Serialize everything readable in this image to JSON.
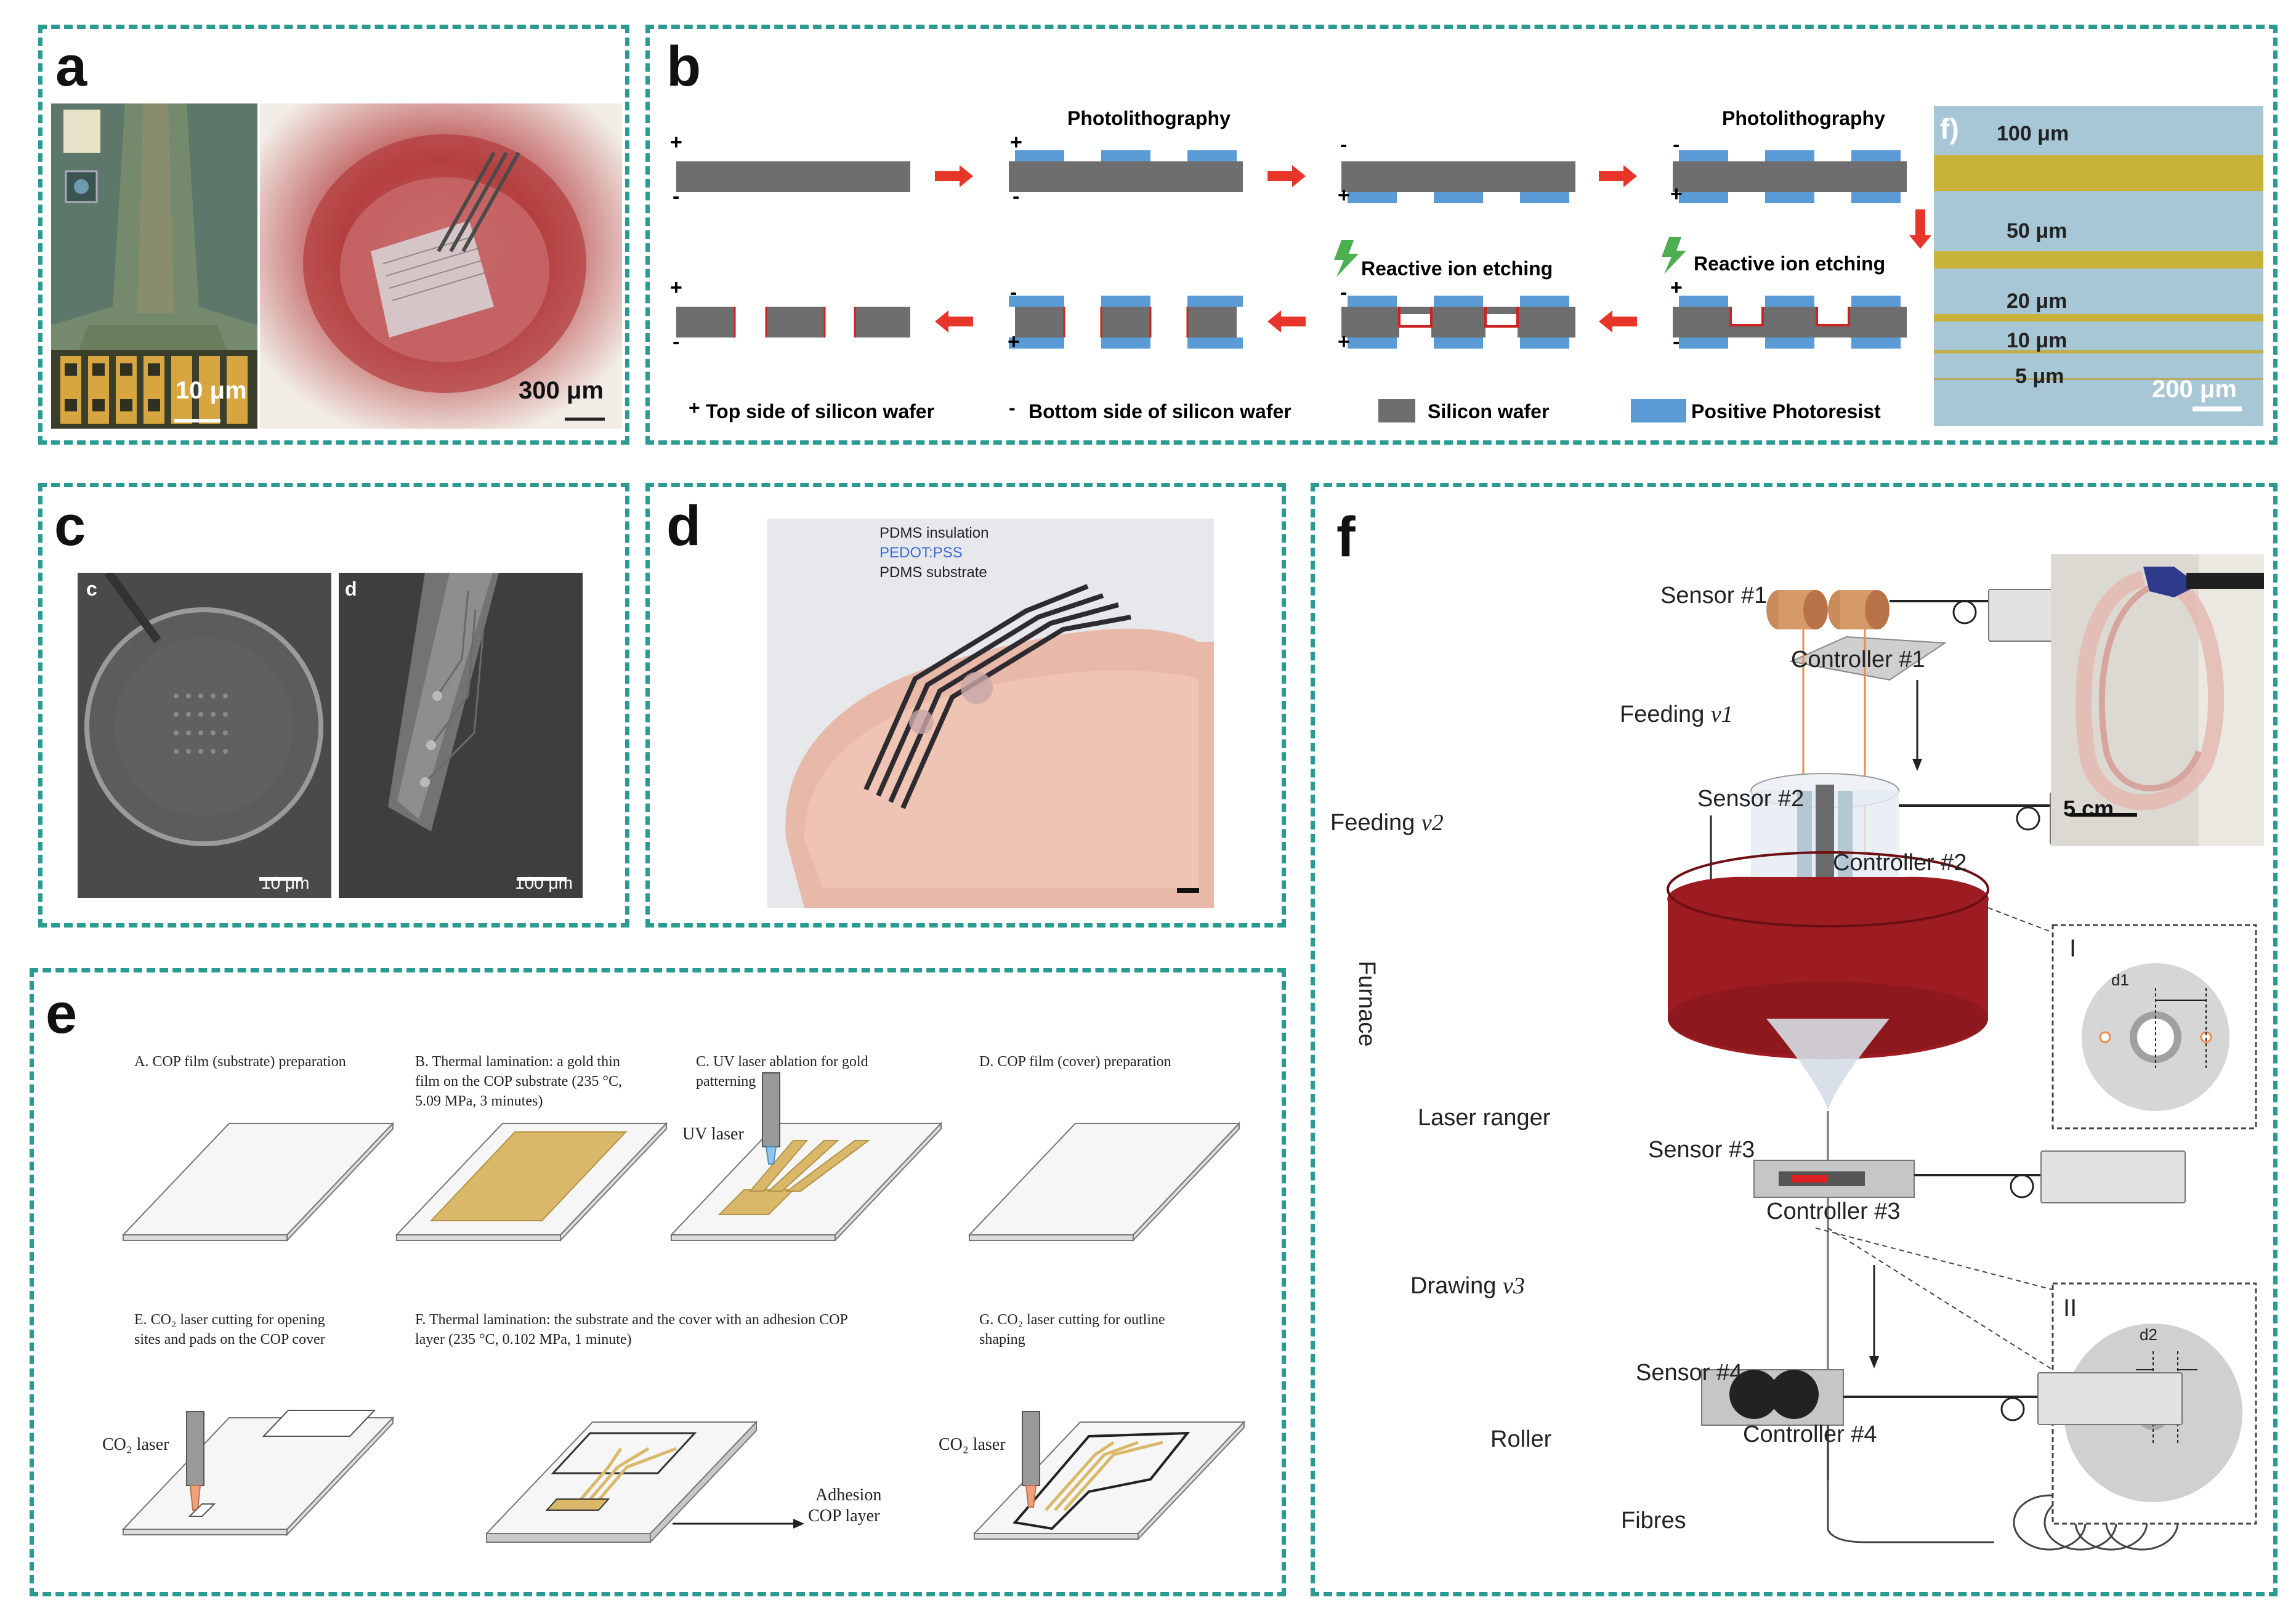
{
  "panels": {
    "a": {
      "label": "a",
      "scalebar_left": "10 μm",
      "scalebar_right": "300 μm"
    },
    "b": {
      "label": "b",
      "step_photolithography_1": "Photolithography",
      "step_photolithography_2": "Photolithography",
      "step_rie_1": "Reactive ion etching",
      "step_rie_2": "Reactive ion etching",
      "sign_plus": "+",
      "sign_minus": "-",
      "legend": {
        "top_side": "Top side of silicon wafer",
        "bottom_side": "Bottom  side of silicon wafer",
        "silicon": "Silicon wafer",
        "photoresist": "Positive Photoresist"
      },
      "colors": {
        "silicon": "#6e6e6e",
        "photoresist": "#5b9bd5",
        "arrow": "#e8352a",
        "etch_line": "#cc2222",
        "bolt": "#4caf50"
      },
      "micrograph": {
        "label": "f)",
        "lines": [
          "100 μm",
          "50 μm",
          "20 μm",
          "10 μm",
          "5 μm"
        ],
        "scalebar": "200 μm"
      }
    },
    "c": {
      "label": "c",
      "sub_left": "c",
      "sub_right": "d",
      "scalebar_left": "10 μm",
      "scalebar_right": "100 μm"
    },
    "d": {
      "label": "d",
      "layers": [
        "PDMS insulation",
        "PEDOT:PSS",
        "PDMS substrate"
      ],
      "layer_colors": [
        "#222222",
        "#3f6bd8",
        "#222222"
      ]
    },
    "e": {
      "label": "e",
      "steps": {
        "A": "A. COP film (substrate) preparation",
        "B1": "B. Thermal lamination: a gold thin",
        "B2": "film on the COP substrate (235 °C,",
        "B3": "5.09 MPa, 3 minutes)",
        "C1": "C. UV laser ablation for gold",
        "C2": "patterning",
        "D": "D. COP film (cover) preparation",
        "E1": "E. CO₂ laser cutting for opening",
        "E2": "sites and pads on the COP cover",
        "F1": "F. Thermal lamination: the substrate and the cover with an adhesion COP",
        "F2": "layer (235 °C, 0.102 MPa, 1 minute)",
        "G1": "G. CO₂ laser cutting for outline",
        "G2": "shaping"
      },
      "uv_laser": "UV laser",
      "co2_laser_1": "CO₂ laser",
      "co2_laser_2": "CO₂ laser",
      "adhesion_1": "Adhesion",
      "adhesion_2": "COP layer",
      "colors": {
        "gold": "#d9b86a",
        "uv": "#8ec5ee",
        "co2": "#f0a07a"
      }
    },
    "f": {
      "label": "f",
      "sensor1": "Sensor #1",
      "controller1": "Controller #1",
      "feeding1": "Feeding ",
      "feeding1_var": "v1",
      "sensor2": "Sensor #2",
      "controller2": "Controller #2",
      "feeding2": "Feeding ",
      "feeding2_var": "v2",
      "furnace": "Furnace",
      "laser_ranger": "Laser ranger",
      "sensor3": "Sensor #3",
      "controller3": "Controller #3",
      "drawing": "Drawing ",
      "drawing_var": "v3",
      "roller": "Roller",
      "sensor4": "Sensor #4",
      "controller4": "Controller #4",
      "fibres": "Fibres",
      "inset1_label": "I",
      "inset1_dim": "d1",
      "inset2_label": "II",
      "inset2_dim": "d2",
      "photo_scalebar": "5 cm",
      "colors": {
        "furnace": "#9c1c22",
        "laser": "#e02020",
        "fiber": "#f08a4b"
      }
    }
  }
}
